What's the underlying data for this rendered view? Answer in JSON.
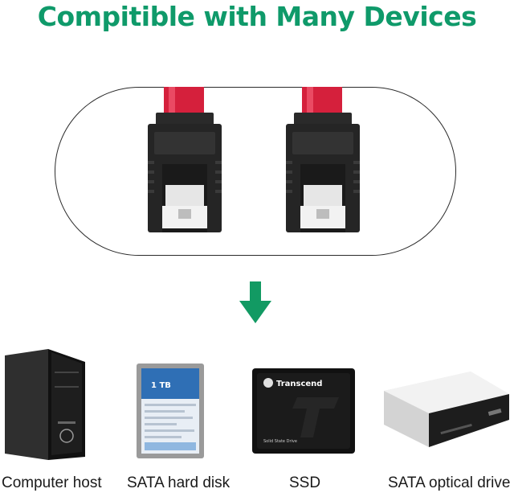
{
  "header": {
    "title": "Compitible with Many Devices"
  },
  "colors": {
    "title_green": "#0f9a6a",
    "arrow_green": "#129a63",
    "cable_red": "#d5203c"
  },
  "icons": {
    "arrow": "down-arrow-icon"
  },
  "devices": [
    {
      "label": "Computer host"
    },
    {
      "label": "SATA hard disk",
      "sticker_text": "1 TB"
    },
    {
      "label": "SSD",
      "brand": "Transcend",
      "subtitle": "Solid State Drive"
    },
    {
      "label": "SATA optical drive"
    }
  ]
}
